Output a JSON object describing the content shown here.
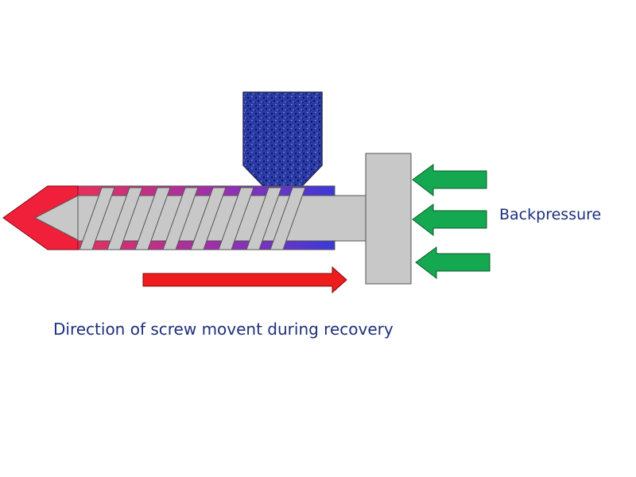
{
  "labels": {
    "backpressure": "Backpressure",
    "direction": "Direction of screw movent during recovery"
  },
  "colors": {
    "label_text": "#1e2f7a",
    "hopper": "#2a3aa8",
    "barrel_red": "#e8305a",
    "barrel_purple": "#9b2fb0",
    "barrel_blue": "#3a3ad8",
    "nozzle": "#f0203a",
    "screw": "#c8c8c8",
    "arrow_green": "#14a850",
    "arrow_red": "#ee1c1c"
  },
  "icons": {
    "hopper": "material-hopper",
    "screw": "reciprocating-screw",
    "flange": "screw-drive-plate"
  }
}
